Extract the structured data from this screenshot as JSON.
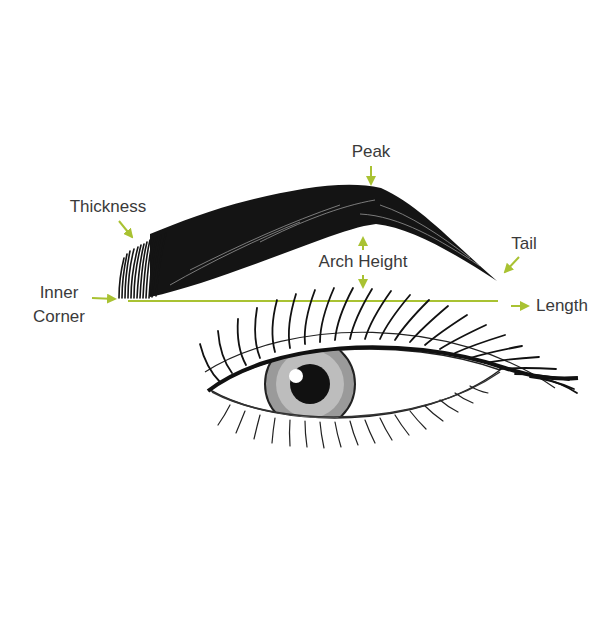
{
  "diagram": {
    "labels": [
      "Peak",
      "Thickness",
      "Arch Height",
      "Tail",
      "Inner Corner",
      "Length"
    ]
  }
}
